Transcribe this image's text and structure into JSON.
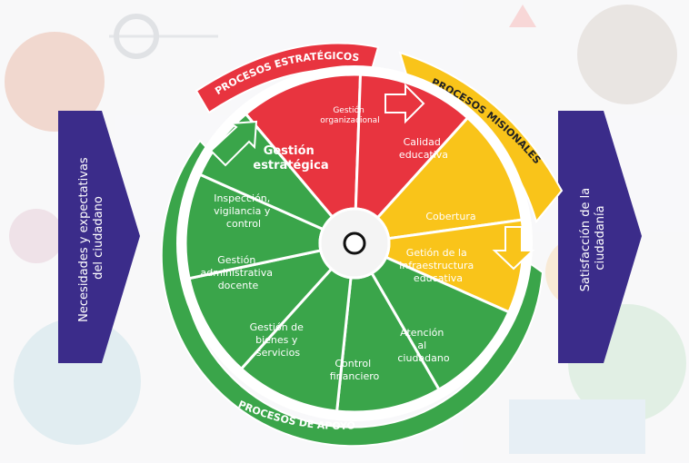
{
  "left_arrow": {
    "label_lines": [
      "Necesidades y expectativas",
      "del ciudadano"
    ]
  },
  "right_arrow": {
    "label_lines": [
      "Satisfacción de la",
      "ciudadanía"
    ]
  },
  "bands": {
    "estrategicos": "PROCESOS ESTRATÉGICOS",
    "misionales": "PROCESOS MISIONALES",
    "apoyo": "PROCESOS DE APOYO"
  },
  "segments": {
    "gestion_estrategica": [
      "Gestión",
      "estratégica"
    ],
    "gestion_organizacional": [
      "Gestión",
      "organizacional"
    ],
    "calidad_educativa": [
      "Calidad",
      "educativa"
    ],
    "cobertura": [
      "Cobertura"
    ],
    "infraestructura": [
      "Getión de la",
      "infraestructura",
      "educativa"
    ],
    "atencion": [
      "Atención",
      "al",
      "ciudadano"
    ],
    "control_financiero": [
      "Control",
      "financiero"
    ],
    "bienes_servicios": [
      "Gestión de",
      "bienes y",
      "servicios"
    ],
    "administrativa_docente": [
      "Gestión",
      "administrativa",
      "docente"
    ],
    "inspeccion": [
      "Inspección,",
      "vigilancia y",
      "control"
    ]
  },
  "colors": {
    "red": "#e8343f",
    "yellow": "#f9c41a",
    "green": "#3aa54a",
    "purple": "#3b2c8a",
    "white": "#ffffff"
  }
}
